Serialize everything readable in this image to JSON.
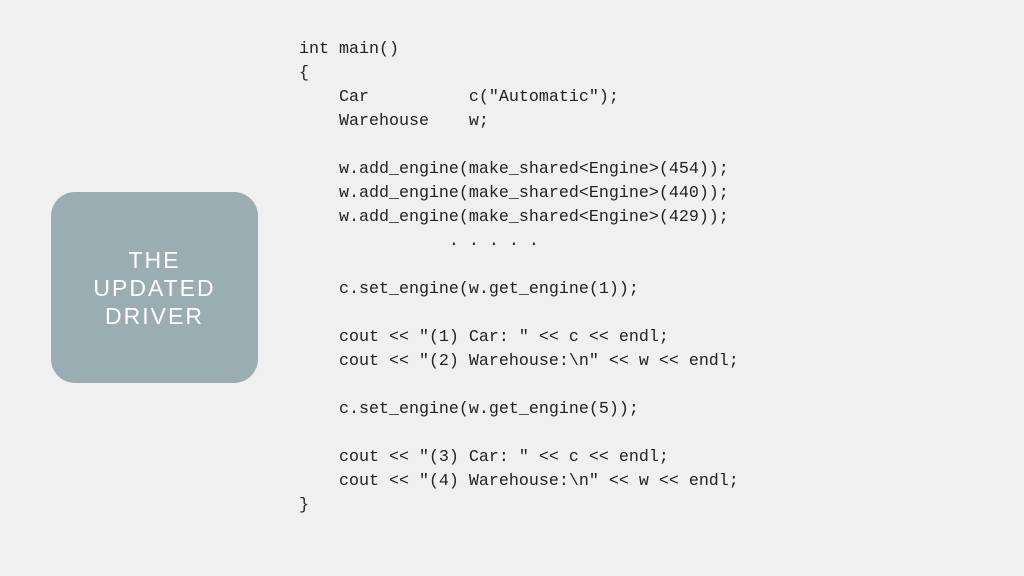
{
  "title_box": {
    "lines": [
      "THE",
      "UPDATED",
      "DRIVER"
    ],
    "color": "#9aadb3"
  },
  "code": {
    "lines": [
      "int main()",
      "{",
      "    Car          c(\"Automatic\");",
      "    Warehouse    w;",
      "",
      "    w.add_engine(make_shared<Engine>(454));",
      "    w.add_engine(make_shared<Engine>(440));",
      "    w.add_engine(make_shared<Engine>(429));",
      "               . . . . .",
      "",
      "    c.set_engine(w.get_engine(1));",
      "",
      "    cout << \"(1) Car: \" << c << endl;",
      "    cout << \"(2) Warehouse:\\n\" << w << endl;",
      "",
      "    c.set_engine(w.get_engine(5));",
      "",
      "    cout << \"(3) Car: \" << c << endl;",
      "    cout << \"(4) Warehouse:\\n\" << w << endl;",
      "}"
    ]
  }
}
